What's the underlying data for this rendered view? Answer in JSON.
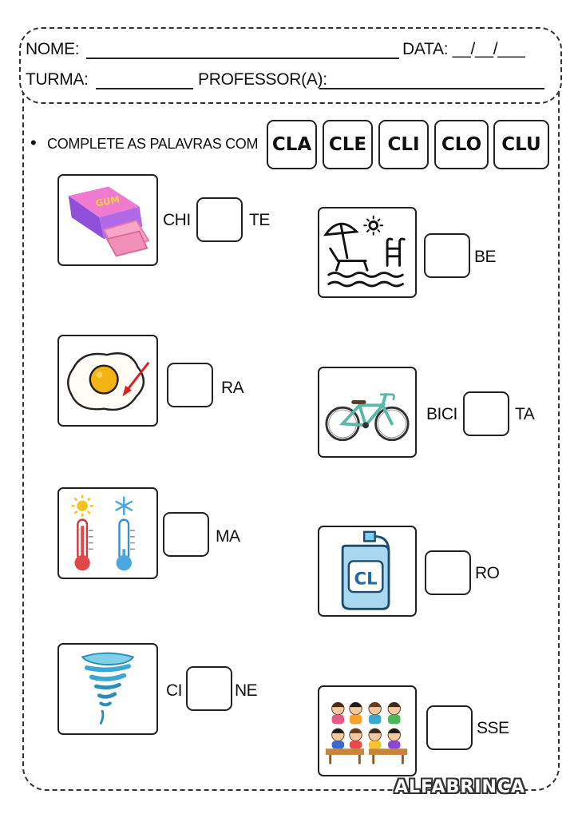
{
  "header": {
    "name_label": "NOME:",
    "date_label": "DATA: __/__/___",
    "class_label": "TURMA:",
    "teacher_label": "PROFESSOR(A):"
  },
  "instruction": {
    "bullet": "•",
    "text": "COMPLETE AS PALAVRAS COM",
    "syllables": [
      "CLA",
      "CLE",
      "CLI",
      "CLO",
      "CLU"
    ]
  },
  "items": [
    {
      "picture": "chewing-gum",
      "before": "CHI",
      "after": "TE"
    },
    {
      "picture": "beach-chair",
      "before": "",
      "after": "BE"
    },
    {
      "picture": "fried-egg",
      "before": "",
      "after": "RA"
    },
    {
      "picture": "bicycle",
      "before": "BICI",
      "after": "TA"
    },
    {
      "picture": "thermometers",
      "before": "",
      "after": "MA"
    },
    {
      "picture": "chlorine-bottle",
      "before": "",
      "after": "RO",
      "bottle_text": "CL"
    },
    {
      "picture": "tornado",
      "before": "CI",
      "after": "NE"
    },
    {
      "picture": "classroom-students",
      "before": "",
      "after": "SSE"
    }
  ],
  "brand": "ALFABRINCA"
}
